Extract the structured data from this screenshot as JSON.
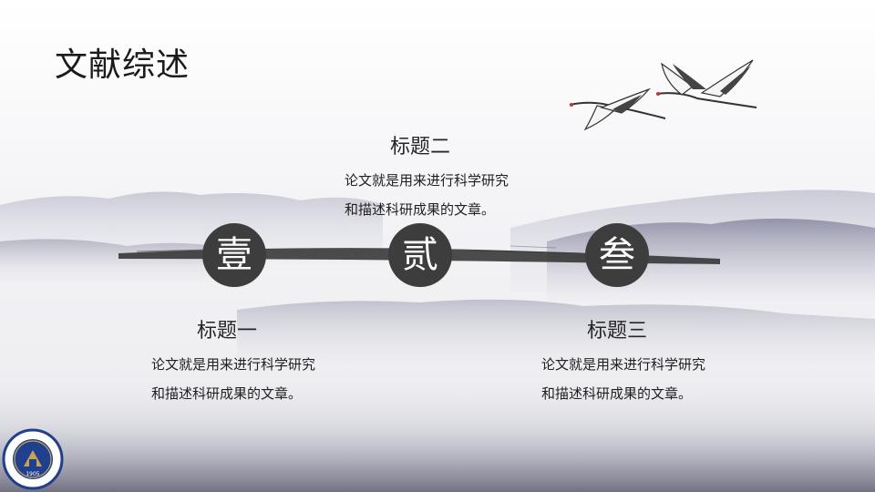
{
  "page": {
    "title": "文献综述"
  },
  "steps": [
    {
      "numeral": "壹",
      "heading": "标题一",
      "text": "论文就是用来进行科学研究和描述科研成果的文章。"
    },
    {
      "numeral": "贰",
      "heading": "标题二",
      "text": "论文就是用来进行科学研究和描述科研成果的文章。"
    },
    {
      "numeral": "叁",
      "heading": "标题三",
      "text": "论文就是用来进行科学研究和描述科研成果的文章。"
    }
  ],
  "logo": {
    "year": "1905"
  },
  "colors": {
    "circle": "#3d3d3d",
    "brush": "#2e2e2e",
    "mountain": "#6f6f8a",
    "logo_blue": "#1f3f8f",
    "logo_gold": "#c9a44a"
  },
  "icons": [
    "crane-icon",
    "crane-icon",
    "university-logo-icon"
  ]
}
